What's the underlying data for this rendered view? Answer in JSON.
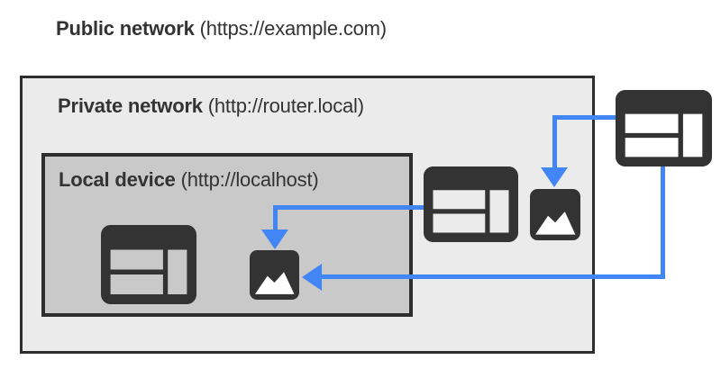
{
  "zones": {
    "public": {
      "name": "Public network",
      "detail": "(https://example.com)"
    },
    "private": {
      "name": "Private network",
      "detail": "(http://router.local)"
    },
    "local": {
      "name": "Local device",
      "detail": "(http://localhost)"
    }
  },
  "nodes": [
    {
      "id": "local-browser",
      "icon": "browser-window-icon",
      "zone": "local"
    },
    {
      "id": "local-image",
      "icon": "image-icon",
      "zone": "local"
    },
    {
      "id": "private-browser",
      "icon": "browser-window-icon",
      "zone": "private"
    },
    {
      "id": "private-image",
      "icon": "image-icon",
      "zone": "private"
    },
    {
      "id": "public-browser",
      "icon": "browser-window-icon",
      "zone": "public"
    }
  ],
  "arrows": [
    {
      "from": "private-browser",
      "to": "local-image",
      "enters": "top"
    },
    {
      "from": "public-browser",
      "to": "private-image",
      "enters": "top"
    },
    {
      "from": "public-browser",
      "to": "local-image",
      "enters": "right"
    }
  ],
  "colors": {
    "arrow_blue": "#4285f4",
    "icon_dark": "#333333",
    "private_fill": "#ebebeb",
    "local_fill": "#c9c9c9",
    "zone_border": "#2e2e2e",
    "text": "#333333",
    "page_bg": "#ffffff"
  }
}
